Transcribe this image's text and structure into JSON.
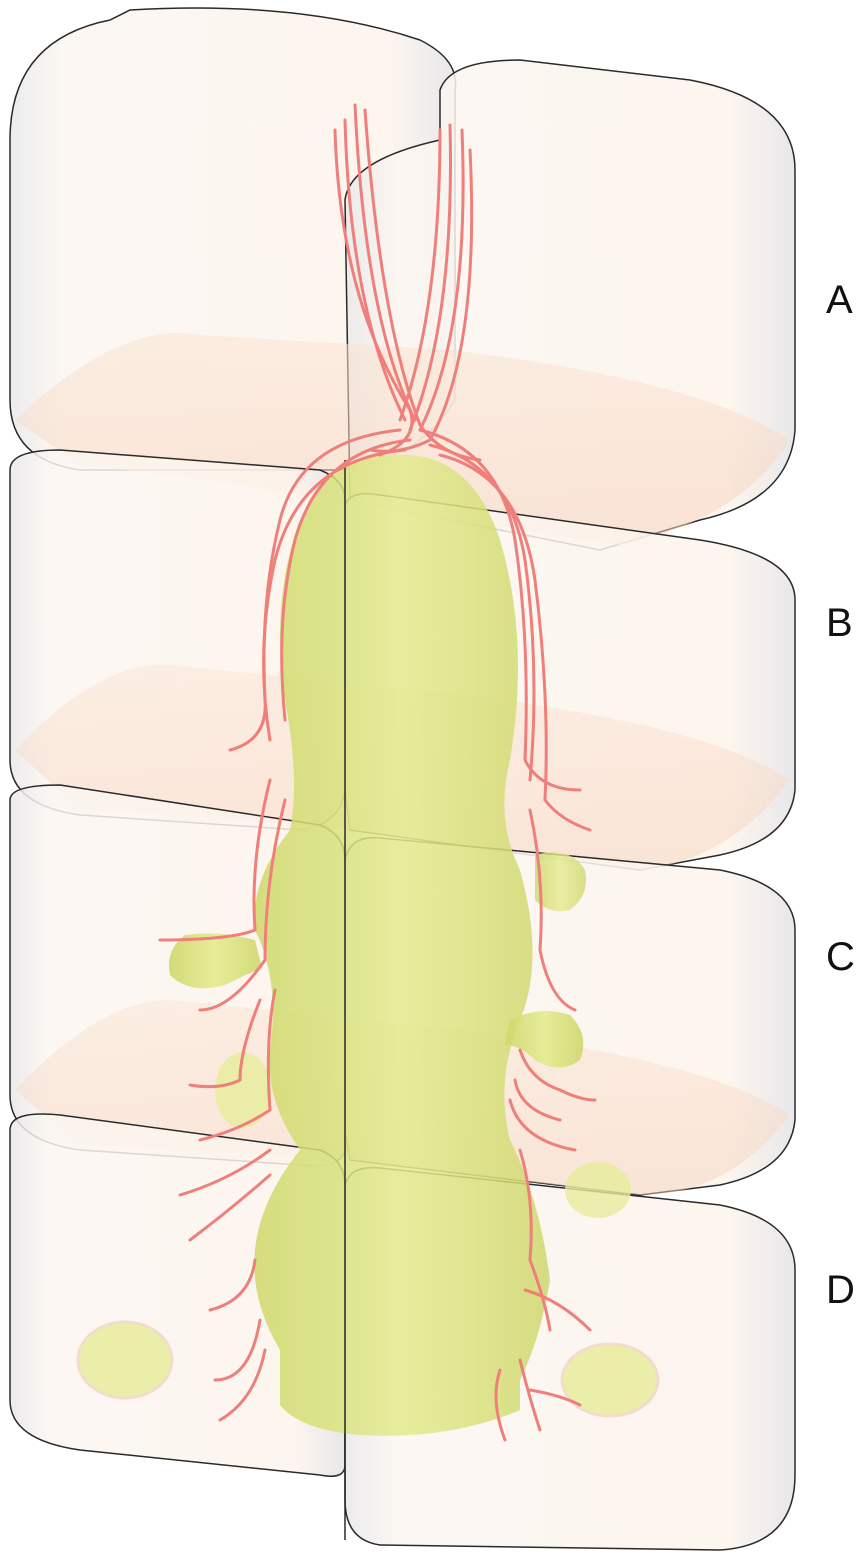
{
  "stages": [
    {
      "id": "A",
      "label": "A"
    },
    {
      "id": "B",
      "label": "B"
    },
    {
      "id": "C",
      "label": "C"
    },
    {
      "id": "D",
      "label": "D"
    }
  ],
  "colors": {
    "cell_fill": "#fdf3ea",
    "cell_shade": "#e6e6e8",
    "cell_outline": "#2a2a2a",
    "base_tint": "#f7d9c3",
    "granule_green": "#dfe58a",
    "granule_dark": "#cad36a",
    "fiber_red": "#ee7f7a",
    "label_text": "#111111"
  }
}
